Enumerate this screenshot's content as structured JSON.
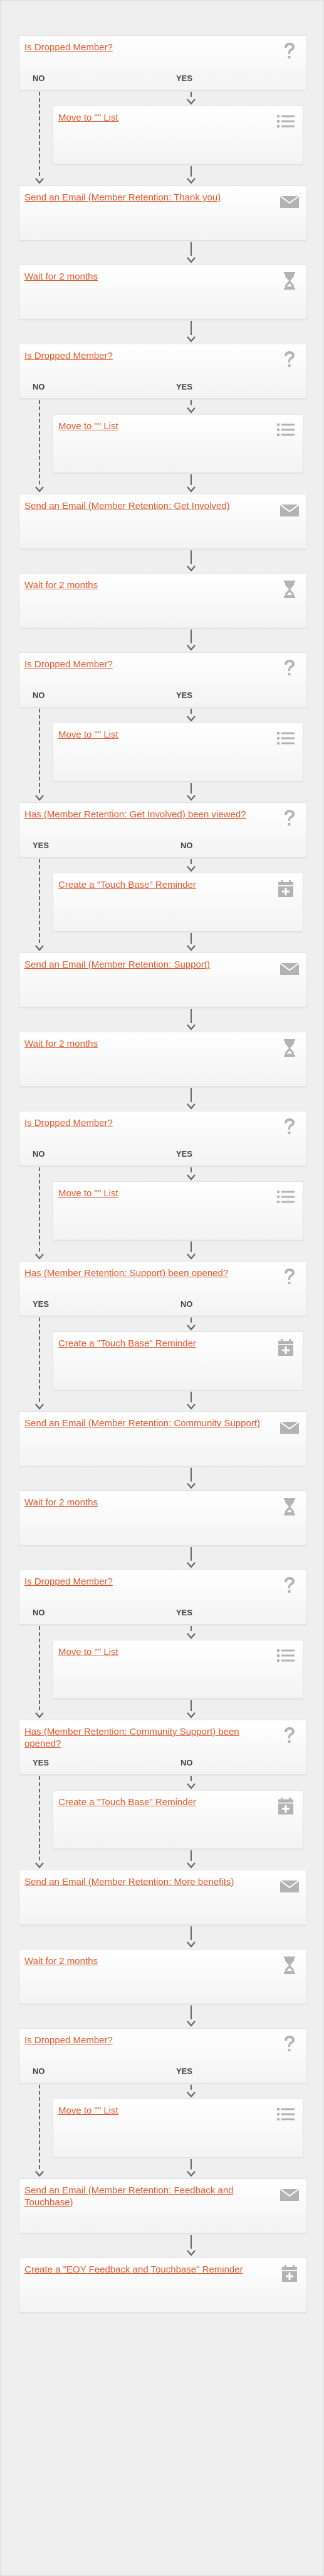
{
  "branch_labels": {
    "no": "NO",
    "yes": "YES"
  },
  "steps": [
    {
      "kind": "cond",
      "label": "Is Dropped Member?",
      "order": "no-yes",
      "child": {
        "label": "Move to \"\" List",
        "icon": "list"
      }
    },
    {
      "kind": "action",
      "label": "Send an Email (Member Retention: Thank you)",
      "icon": "email"
    },
    {
      "kind": "action",
      "label": "Wait for 2 months",
      "icon": "hourglass"
    },
    {
      "kind": "cond",
      "label": "Is Dropped Member?",
      "order": "no-yes",
      "child": {
        "label": "Move to \"\" List",
        "icon": "list"
      }
    },
    {
      "kind": "action",
      "label": "Send an Email (Member Retention: Get Involved)",
      "icon": "email"
    },
    {
      "kind": "action",
      "label": "Wait for 2 months",
      "icon": "hourglass"
    },
    {
      "kind": "cond",
      "label": "Is Dropped Member?",
      "order": "no-yes",
      "child": {
        "label": "Move to \"\" List",
        "icon": "list"
      }
    },
    {
      "kind": "cond",
      "label": "Has (Member Retention: Get Involved) been viewed?",
      "order": "yes-no",
      "child": {
        "label": "Create a \"Touch Base\" Reminder",
        "icon": "calendar"
      }
    },
    {
      "kind": "action",
      "label": "Send an Email (Member Retention: Support)",
      "icon": "email"
    },
    {
      "kind": "action",
      "label": "Wait for 2 months",
      "icon": "hourglass"
    },
    {
      "kind": "cond",
      "label": "Is Dropped Member?",
      "order": "no-yes",
      "child": {
        "label": "Move to \"\" List",
        "icon": "list"
      }
    },
    {
      "kind": "cond",
      "label": "Has (Member Retention: Support) been opened?",
      "order": "yes-no",
      "child": {
        "label": "Create a \"Touch Base\" Reminder",
        "icon": "calendar"
      }
    },
    {
      "kind": "action",
      "label": "Send an Email (Member Retention: Community Support)",
      "icon": "email"
    },
    {
      "kind": "action",
      "label": "Wait for 2 months",
      "icon": "hourglass"
    },
    {
      "kind": "cond",
      "label": "Is Dropped Member?",
      "order": "no-yes",
      "child": {
        "label": "Move to \"\" List",
        "icon": "list"
      }
    },
    {
      "kind": "cond",
      "label": "Has (Member Retention: Community Support) been opened?",
      "order": "yes-no",
      "child": {
        "label": "Create a \"Touch Base\" Reminder",
        "icon": "calendar"
      }
    },
    {
      "kind": "action",
      "label": "Send an Email (Member Retention: More benefits)",
      "icon": "email"
    },
    {
      "kind": "action",
      "label": "Wait for 2 months",
      "icon": "hourglass"
    },
    {
      "kind": "cond",
      "label": "Is Dropped Member?",
      "order": "no-yes",
      "child": {
        "label": "Move to \"\" List",
        "icon": "list"
      }
    },
    {
      "kind": "action",
      "label": "Send an Email (Member Retention: Feedback and Touchbase)",
      "icon": "email"
    },
    {
      "kind": "action",
      "label": "Create a \"EOY Feedback and Touchbase\" Reminder",
      "icon": "calendar"
    }
  ],
  "colors": {
    "link": "#e05a2b",
    "icon": "#b3b3b3",
    "line": "#666666",
    "card_border": "#e2e2e2",
    "page_bg": "#efefef"
  }
}
